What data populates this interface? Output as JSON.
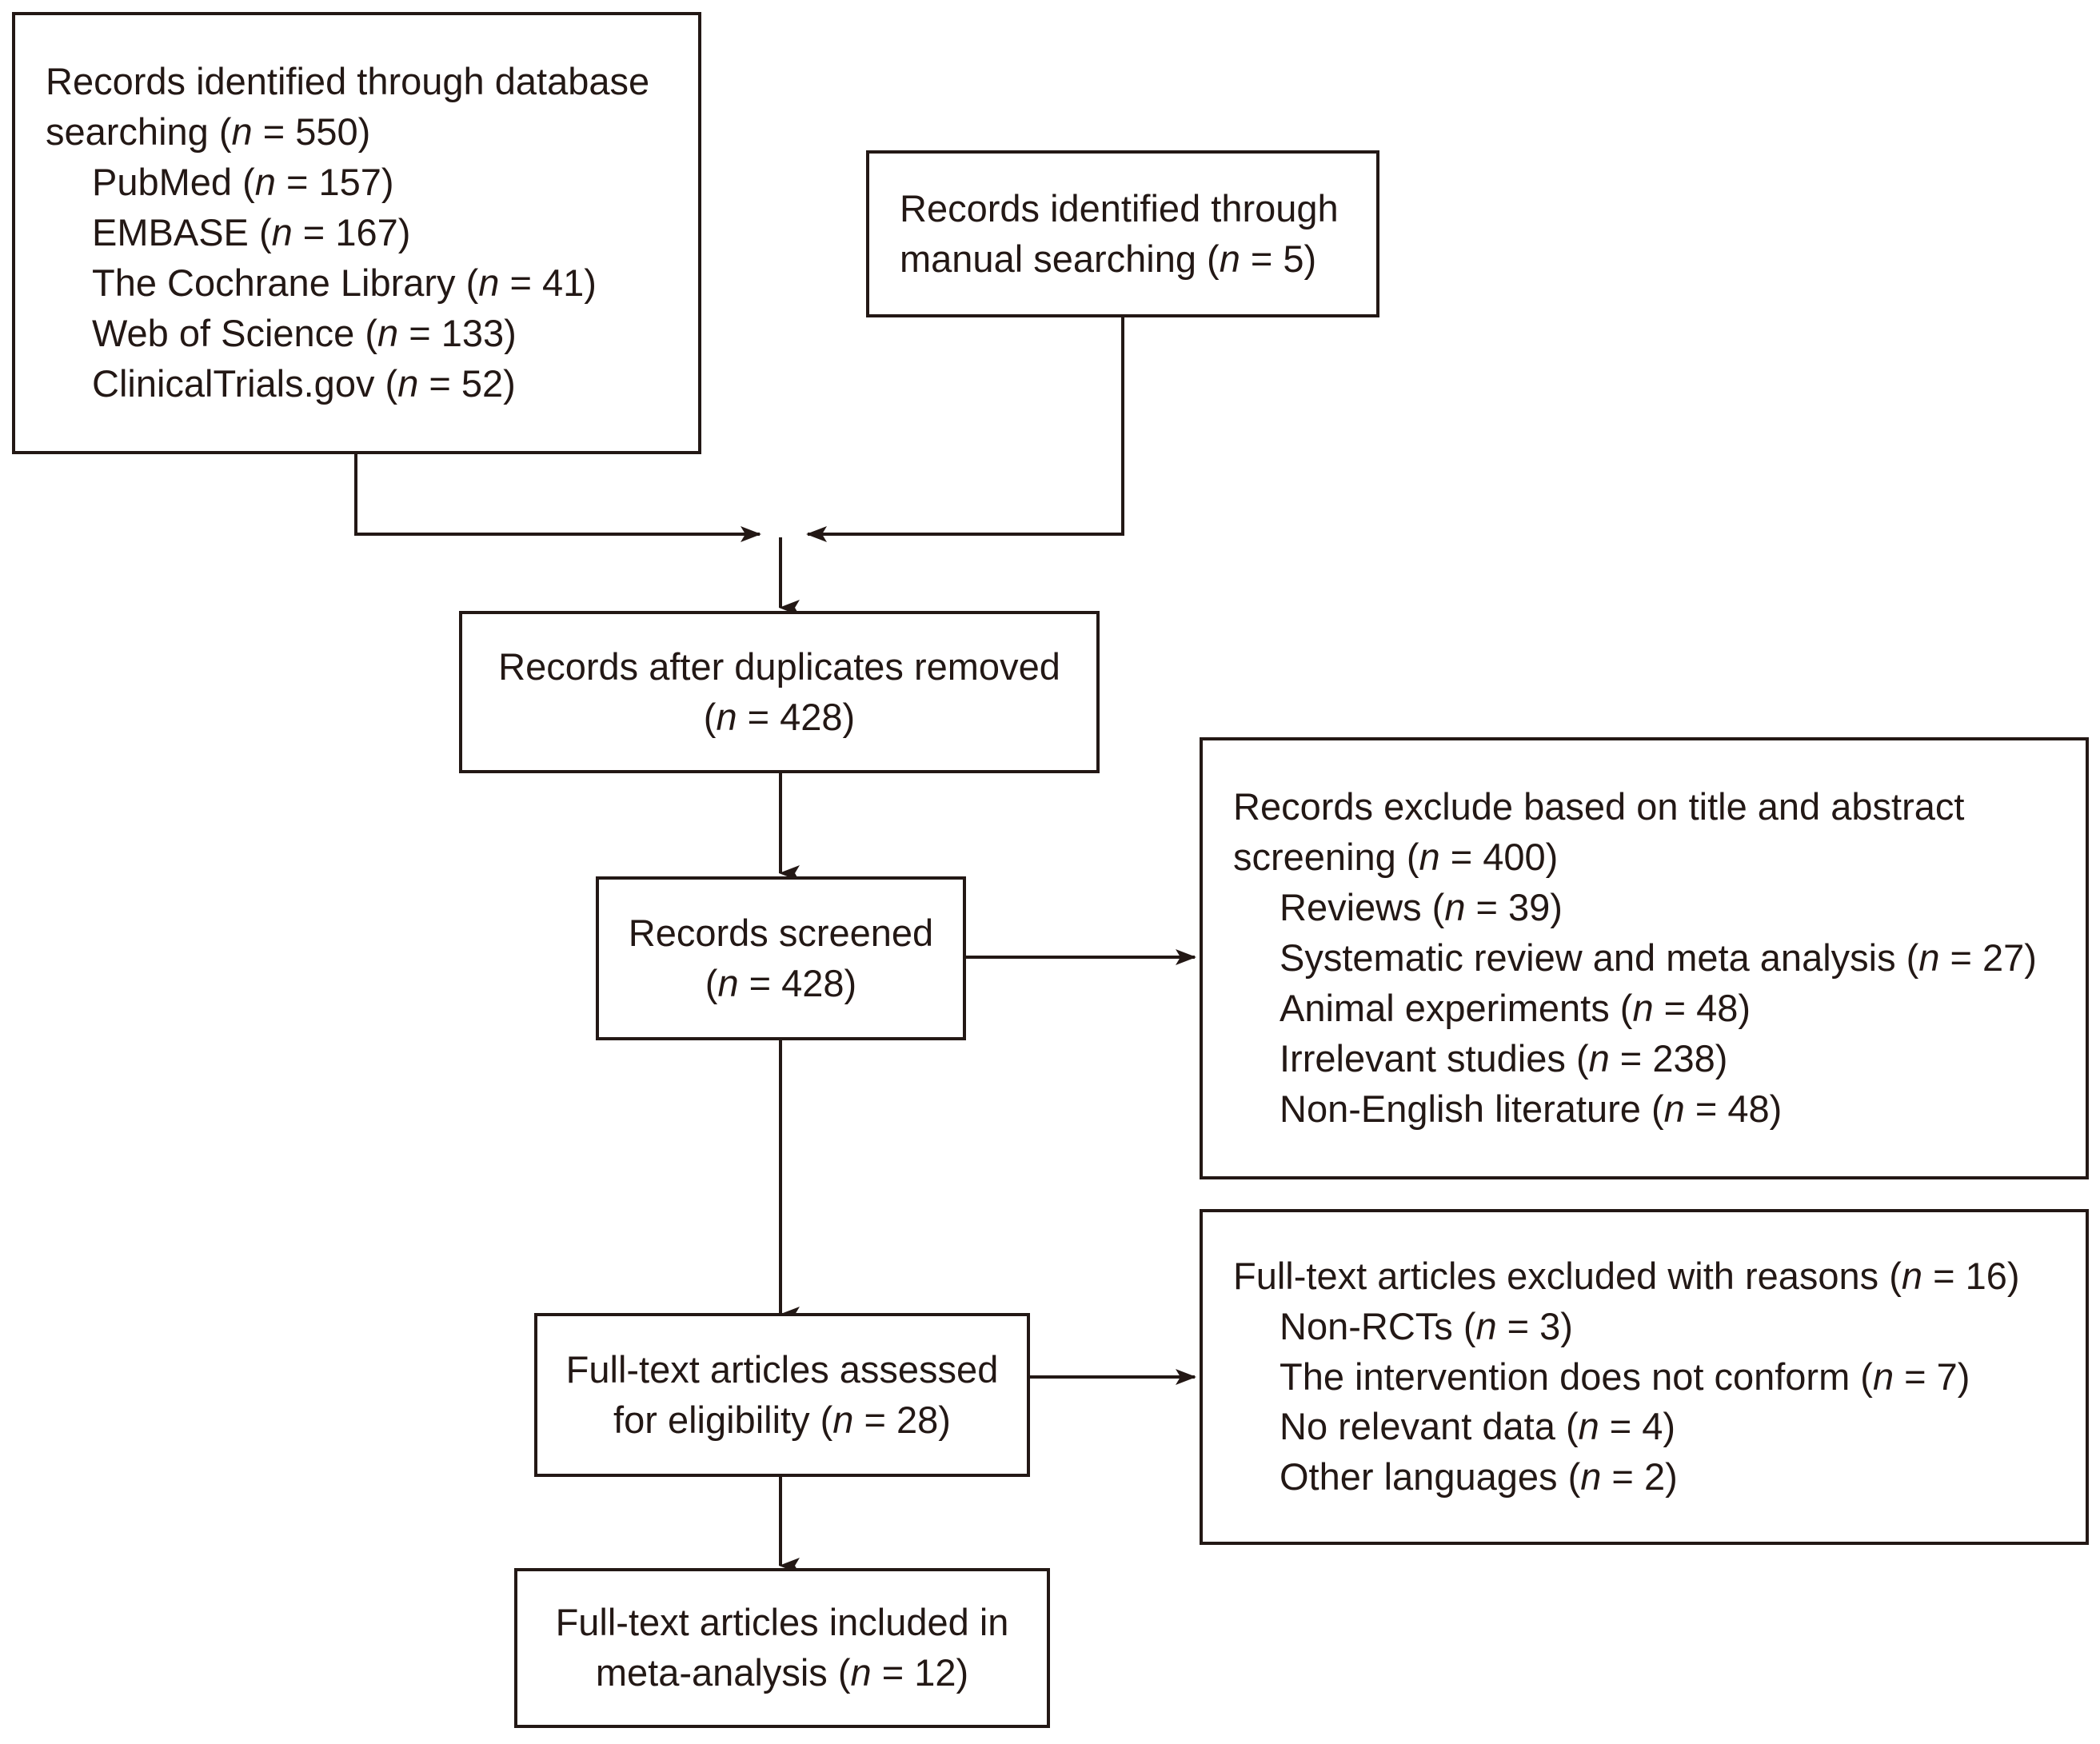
{
  "diagram": {
    "type": "PRISMA flow diagram",
    "stroke_color": "#231815",
    "background": "#ffffff",
    "boxes": {
      "database_search": {
        "lines": [
          "Records identified through database",
          "searching (n = 550)",
          "PubMed (n = 157)",
          "EMBASE (n = 167)",
          "The Cochrane Library (n = 41)",
          "Web of Science (n = 133)",
          "ClinicalTrials.gov (n = 52)"
        ],
        "title": "Records identified through database searching",
        "n": 550,
        "sources": [
          {
            "name": "PubMed",
            "n": 157
          },
          {
            "name": "EMBASE",
            "n": 167
          },
          {
            "name": "The Cochrane Library",
            "n": 41
          },
          {
            "name": "Web of Science",
            "n": 133
          },
          {
            "name": "ClinicalTrials.gov",
            "n": 52
          }
        ]
      },
      "manual_search": {
        "lines": [
          "Records identified through",
          "manual searching (n = 5)"
        ],
        "title": "Records identified through manual searching",
        "n": 5
      },
      "duplicates_removed": {
        "lines": [
          "Records after duplicates removed",
          "(n = 428)"
        ],
        "title": "Records after duplicates removed",
        "n": 428
      },
      "records_screened": {
        "lines": [
          "Records screened",
          "(n = 428)"
        ],
        "title": "Records screened",
        "n": 428
      },
      "records_excluded": {
        "lines": [
          "Records exclude based on title and abstract",
          "screening (n = 400)",
          "Reviews (n = 39)",
          "Systematic review and meta analysis (n = 27)",
          "Animal experiments (n = 48)",
          "Irrelevant studies (n = 238)",
          "Non-English literature (n = 48)"
        ],
        "title": "Records exclude based on title and abstract screening",
        "n": 400,
        "reasons": [
          {
            "name": "Reviews",
            "n": 39
          },
          {
            "name": "Systematic review and meta analysis",
            "n": 27
          },
          {
            "name": "Animal experiments",
            "n": 48
          },
          {
            "name": "Irrelevant studies",
            "n": 238
          },
          {
            "name": "Non-English literature",
            "n": 48
          }
        ]
      },
      "fulltext_assessed": {
        "lines": [
          "Full-text articles assessed",
          "for eligibility (n = 28)"
        ],
        "title": "Full-text articles assessed for eligibility",
        "n": 28
      },
      "fulltext_excluded": {
        "lines": [
          "Full-text articles excluded with reasons (n = 16)",
          "Non-RCTs (n = 3)",
          "The intervention does not conform (n = 7)",
          "No relevant data (n = 4)",
          "Other languages (n = 2)"
        ],
        "title": "Full-text articles excluded with reasons",
        "n": 16,
        "reasons": [
          {
            "name": "Non-RCTs",
            "n": 3
          },
          {
            "name": "The intervention does not conform",
            "n": 7
          },
          {
            "name": "No relevant data",
            "n": 4
          },
          {
            "name": "Other languages",
            "n": 2
          }
        ]
      },
      "included": {
        "lines": [
          "Full-text articles included in",
          "meta-analysis (n = 12)"
        ],
        "title": "Full-text articles included in meta-analysis",
        "n": 12
      }
    }
  }
}
